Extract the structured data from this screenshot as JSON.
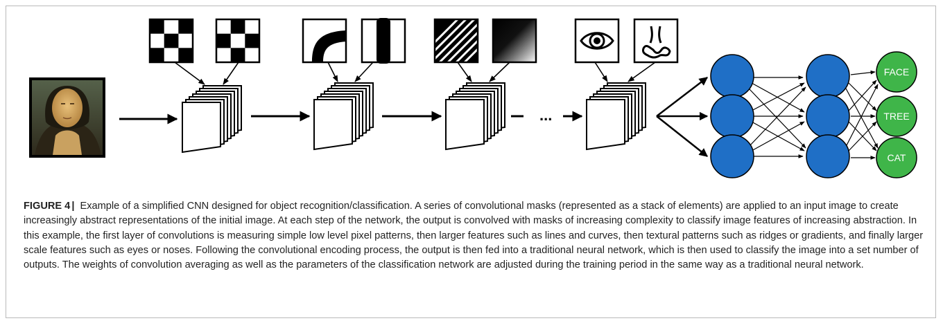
{
  "figure": {
    "outputs": [
      {
        "label": "FACE"
      },
      {
        "label": "TREE"
      },
      {
        "label": "CAT"
      }
    ],
    "ellipsis": "...",
    "colors": {
      "hidden_node": "#1f6fc6",
      "output_node": "#3fb549",
      "stroke": "#000000"
    },
    "stages": [
      {
        "masks": [
          "checkerboard-icon",
          "checkerboard-icon"
        ]
      },
      {
        "masks": [
          "curve-icon",
          "vertical-line-icon"
        ]
      },
      {
        "masks": [
          "diagonal-ridges-icon",
          "gradient-icon"
        ]
      },
      {
        "masks": [
          "eye-icon",
          "nose-icon"
        ]
      }
    ],
    "input": "painting-thumbnail"
  },
  "caption": {
    "label": "FIGURE 4",
    "separator": "|",
    "text": "Example of a simplified CNN designed for object recognition/classification. A series of convolutional masks (represented as a stack of elements) are applied to an input image to create increasingly abstract representations of the initial image. At each step of the network, the output is convolved with masks of increasing complexity to classify image features of increasing abstraction. In this example, the first layer of convolutions is measuring simple low level pixel patterns, then larger features such as lines and curves, then textural patterns such as ridges or gradients, and finally larger scale features such as eyes or noses. Following the convolutional encoding process, the output is then fed into a traditional neural network, which is then used to classify the image into a set number of outputs. The weights of convolution averaging as well as the parameters of the classification network are adjusted during the training period in the same way as a traditional neural network."
  }
}
